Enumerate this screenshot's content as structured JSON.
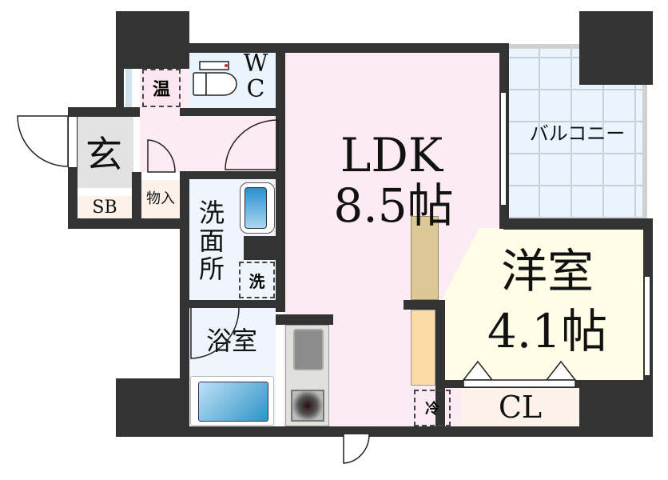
{
  "rooms": {
    "ldk": {
      "name": "LDK",
      "size": "8.5帖",
      "color": "#fdebf3"
    },
    "western": {
      "name": "洋室",
      "size": "4.1帖",
      "color": "#fffde6"
    },
    "balcony": {
      "name": "バルコニー",
      "color": "#eaf4fd"
    },
    "wc": {
      "line1": "W",
      "line2": "C",
      "color": "#eaf4fd"
    },
    "washroom": {
      "name_chars": [
        "洗",
        "面",
        "所"
      ],
      "color": "#eef5fc"
    },
    "bathroom": {
      "name": "浴室",
      "color": "#eef5fc"
    },
    "entrance": {
      "name": "玄",
      "color": "#e2e2e2"
    },
    "shoebox": {
      "name": "SB",
      "color": "#fdf2ea"
    },
    "storage": {
      "name": "物入",
      "color": "#fdf2ea"
    },
    "closet": {
      "name": "CL",
      "color": "#fdf2ea"
    }
  },
  "fixtures": {
    "water_heater": "温",
    "washer": "洗",
    "fridge": "冷"
  },
  "colors": {
    "wall": "#333333",
    "balcony_border": "#d0d0d0",
    "counter": "#e0ddb0"
  }
}
